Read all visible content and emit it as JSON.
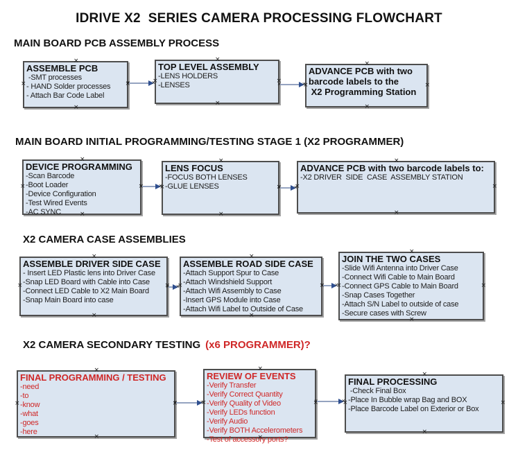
{
  "title": "IDRIVE X2  SERIES CAMERA PROCESSING FLOWCHART",
  "colors": {
    "box_fill": "#dbe5f1",
    "box_border": "#4d4d4d",
    "box_shadow": "#a3a3a3",
    "red": "#cf2727",
    "arrow_line": "#94a3c0",
    "arrow_head": "#2f4f8f"
  },
  "sections": [
    {
      "heading": "MAIN BOARD PCB ASSEMBLY PROCESS",
      "heading_suffix_red": "",
      "boxes": [
        {
          "title": "ASSEMBLE PCB",
          "lines": [
            " -SMT processes",
            "- HAND Solder processes",
            "- Attach Bar Code Label"
          ]
        },
        {
          "title": "TOP LEVEL ASSEMBLY",
          "lines": [
            "-LENS HOLDERS",
            "-LENSES"
          ]
        },
        {
          "title": "ADVANCE PCB with two\nbarcode labels to the\n X2 Programming Station",
          "lines": []
        }
      ]
    },
    {
      "heading": "MAIN BOARD INITIAL PROGRAMMING/TESTING STAGE 1 (X2 PROGRAMMER)",
      "heading_suffix_red": "",
      "boxes": [
        {
          "title": "DEVICE PROGRAMMING",
          "lines": [
            "-Scan Barcode",
            "-Boot Loader",
            "-Device Configuration",
            "-Test Wired Events",
            "-AC SYNC"
          ]
        },
        {
          "title": "LENS FOCUS",
          "lines": [
            "-FOCUS BOTH LENSES",
            "-GLUE LENSES"
          ]
        },
        {
          "title": "ADVANCE PCB with two barcode labels to:",
          "lines": [
            "-X2 DRIVER  SIDE  CASE  ASSEMBLY STATION"
          ]
        }
      ]
    },
    {
      "heading": "X2 CAMERA CASE ASSEMBLIES",
      "heading_suffix_red": "",
      "boxes": [
        {
          "title": "ASSEMBLE DRIVER SIDE CASE",
          "lines": [
            "- Insert LED Plastic lens into Driver Case",
            "-Snap LED Board with Cable into Case",
            "-Connect LED Cable to X2 Main Board",
            "-Snap Main Board into case"
          ]
        },
        {
          "title": "ASSEMBLE ROAD SIDE CASE",
          "lines": [
            "-Attach Support Spur to Case",
            "-Attach Windshield Support",
            "-Attach Wifi Assembly to Case",
            "-Insert GPS Module into Case",
            "-Attach Wifi Label to Outside of Case"
          ]
        },
        {
          "title": "JOIN THE TWO CASES",
          "lines": [
            "-Slide Wifi Antenna into Driver Case",
            "-Connect Wifi Cable to Main Board",
            "-Connect GPS Cable to Main Board",
            "-Snap Cases Together",
            "-Attach S/N Label to outside of case",
            "-Secure cases with Screw"
          ]
        }
      ]
    },
    {
      "heading": "X2 CAMERA SECONDARY TESTING",
      "heading_suffix_red": "(x6 PROGRAMMER)?",
      "boxes": [
        {
          "title": "FINAL PROGRAMMING / TESTING",
          "lines": [
            "-need",
            "-to",
            "-know",
            "-what",
            "-goes",
            "-here"
          ]
        },
        {
          "title": "REVIEW OF EVENTS",
          "lines": [
            "-Verify Transfer",
            "-Verify Correct Quantity",
            "-Verify Quality of Video",
            "-Verify LEDs function",
            "-Verify Audio",
            "-Verify BOTH Accelerometers",
            "-Test of accessory ports?"
          ]
        },
        {
          "title": "FINAL PROCESSING",
          "lines": [
            " -Check Final Box",
            "-Place In Bubble wrap Bag and BOX",
            "-Place Barcode Label on Exterior or Box"
          ]
        }
      ]
    }
  ]
}
